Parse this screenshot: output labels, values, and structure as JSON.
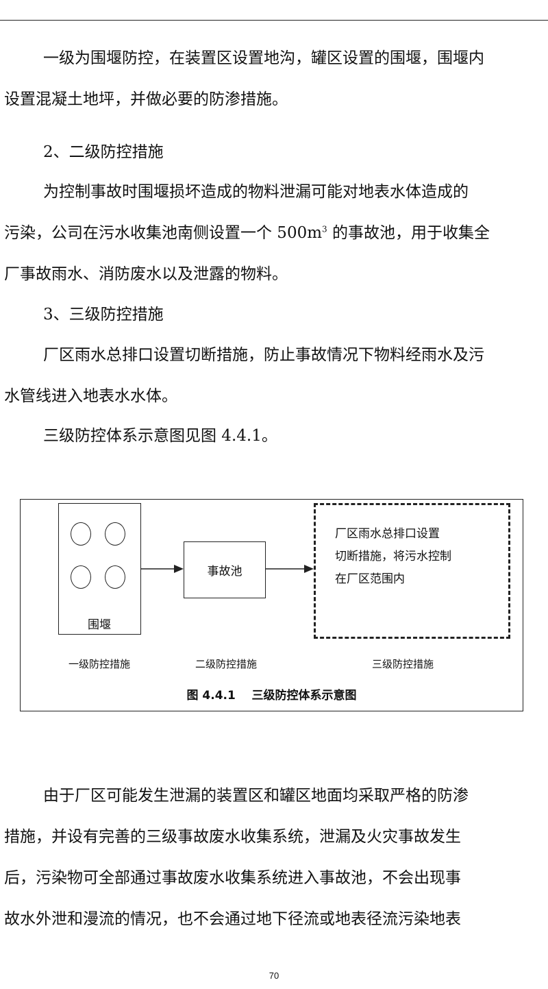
{
  "paragraphs": {
    "p1": [
      "一级为围堰防控，在装置区设置地沟，罐区设置的围堰，围堰内",
      "设置混凝土地坪，并做必要的防渗措施。"
    ],
    "h2": "2、二级防控措施",
    "p2_l1": "为控制事故时围堰损坏造成的物料泄漏可能对地表水体造成的",
    "p2_l2_pre": "污染，公司在污水收集池南侧设置一个 500m",
    "p2_l2_sup": "3",
    "p2_l2_post": " 的事故池，用于收集全",
    "p2_l3": "厂事故雨水、消防废水以及泄露的物料。",
    "h3": "3、三级防控措施",
    "p3": [
      "厂区雨水总排口设置切断措施，防止事故情况下物料经雨水及污",
      "水管线进入地表水水体。"
    ],
    "p4": "三级防控体系示意图见图 4.4.1。",
    "p5": [
      "由于厂区可能发生泄漏的装置区和罐区地面均采取严格的防渗",
      "措施，并设有完善的三级事故废水收集系统，泄漏及火灾事故发生",
      "后，污染物可全部通过事故废水收集系统进入事故池，不会出现事",
      "故水外泄和漫流的情况，也不会通过地下径流或地表径流污染地表"
    ]
  },
  "figure": {
    "weiyan_label": "围堰",
    "pool_label": "事故池",
    "dashed_text": [
      "厂区雨水总排口设置",
      "切断措施，将污水控制",
      "在厂区范围内"
    ],
    "level1": "一级防控措施",
    "level2": "二级防控措施",
    "level3": "三级防控措施",
    "caption": "图 4.4.1    三级防控体系示意图"
  },
  "page_number": "70"
}
